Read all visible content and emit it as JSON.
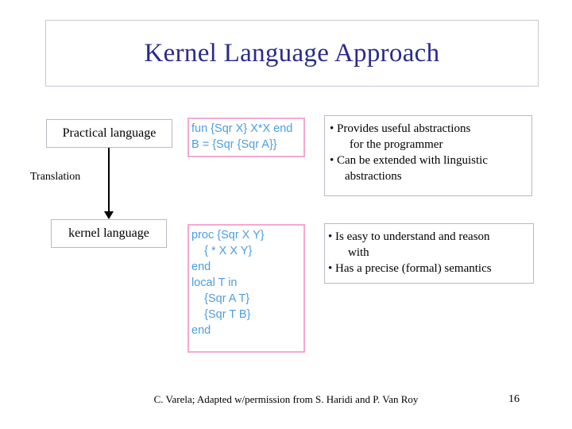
{
  "slide": {
    "title": "Kernel Language Approach",
    "practical_language_label": "Practical language",
    "kernel_language_label": "kernel language",
    "translation_label": "Translation",
    "code_top": "fun {Sqr X} X*X end\nB = {Sqr {Sqr A}}",
    "code_bottom": "proc {Sqr X Y}\n    { * X X Y}\nend\nlocal T in\n    {Sqr A T}\n    {Sqr T B}\nend",
    "bullets_top": [
      "• Provides useful abstractions",
      "for the programmer",
      "• Can be extended with linguistic",
      "abstractions"
    ],
    "bullets_bottom": [
      "• Is easy to understand and reason",
      "with",
      "• Has a precise (formal) semantics"
    ],
    "footer_credit": "C. Varela; Adapted w/permission from S. Haridi and P. Van Roy",
    "page_number": "16",
    "colors": {
      "title": "#2b2b8c",
      "code": "#4d9de0",
      "code_box_border": "#f2aad2",
      "box_border": "#b9b9c9"
    }
  }
}
